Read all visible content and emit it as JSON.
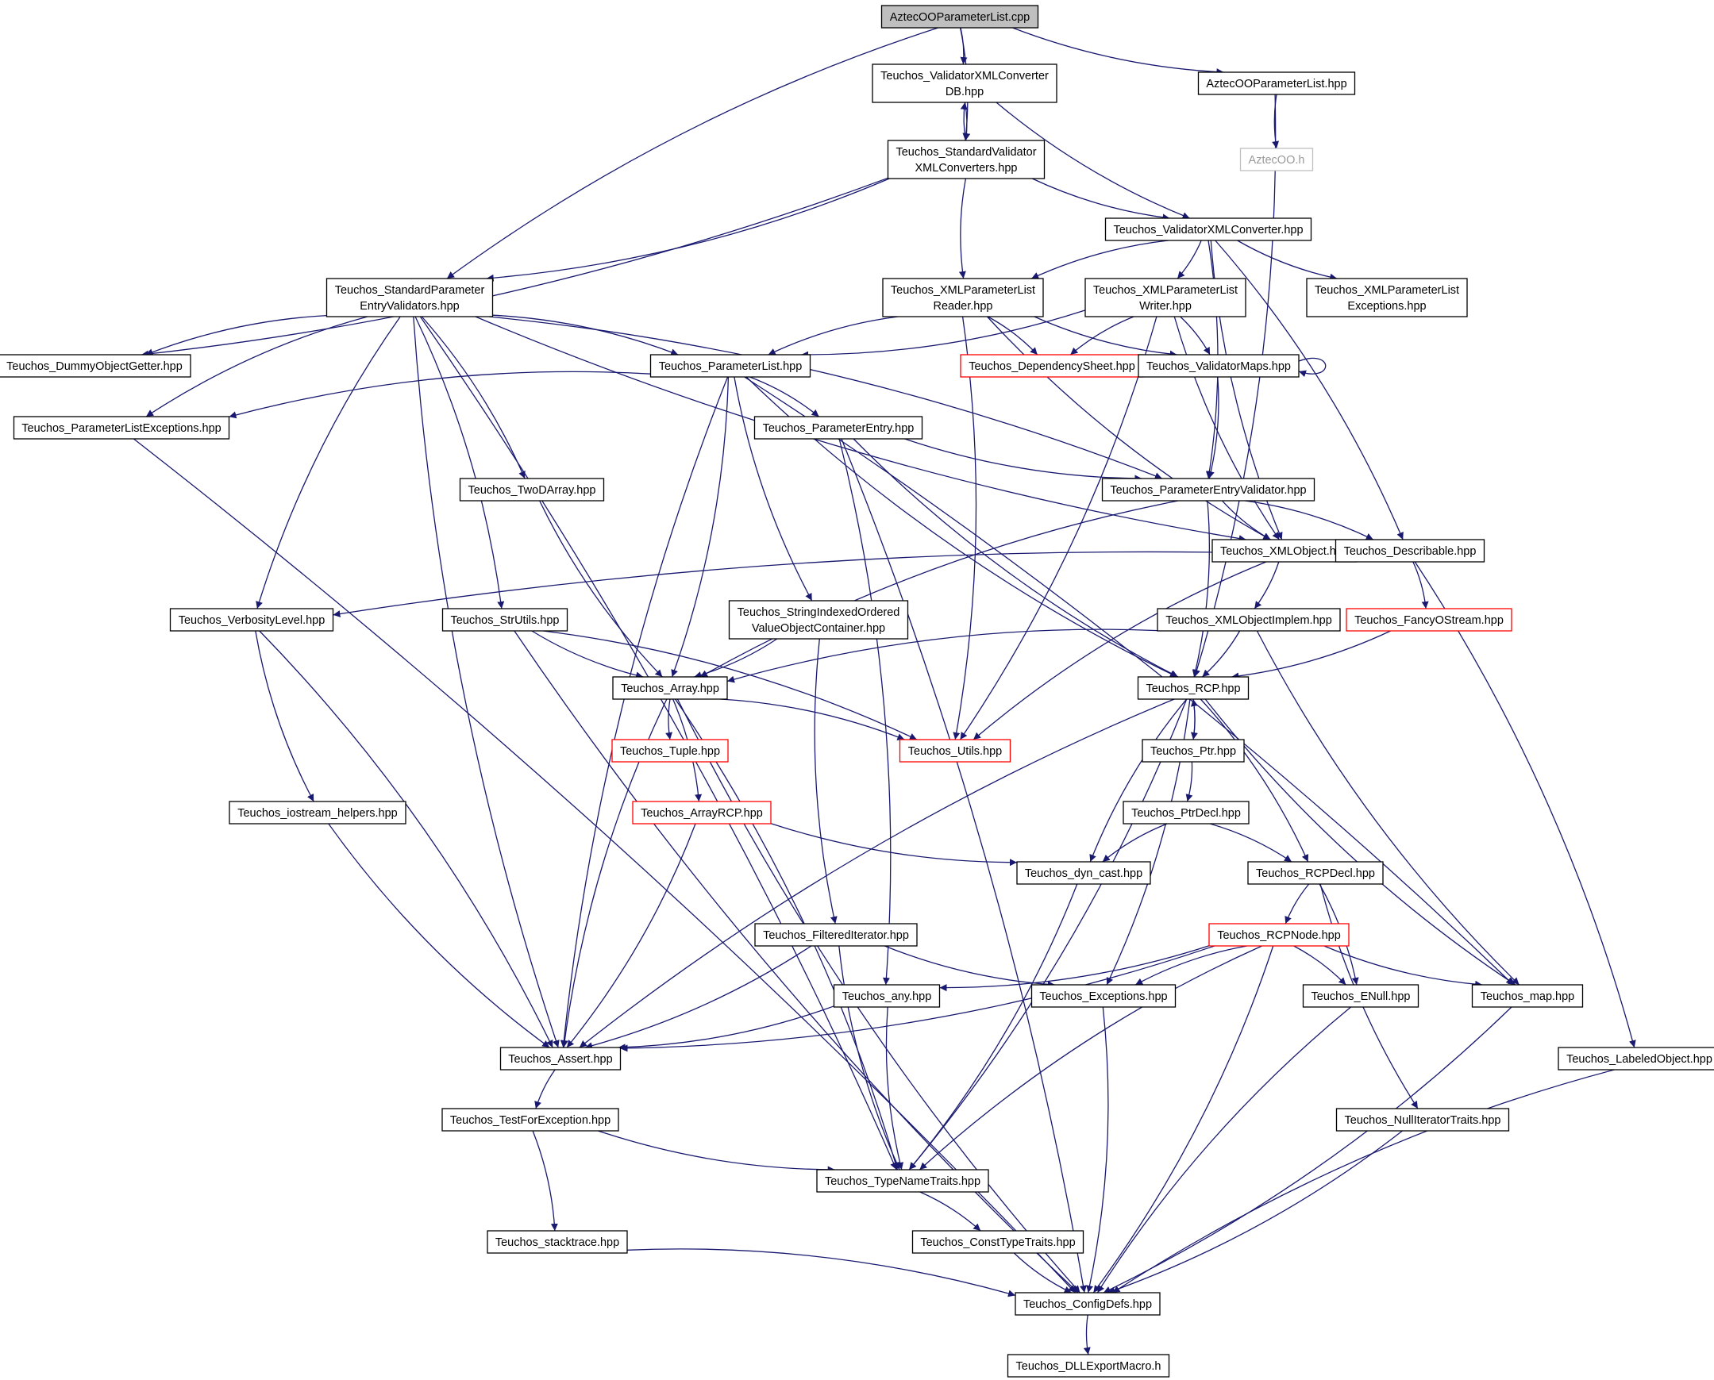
{
  "colors": {
    "edge": "#191970",
    "border_normal": "#000000",
    "border_red": "#ff0000",
    "border_gray": "#bfbfbf",
    "root_fill": "#bfbfbf"
  },
  "nodes": [
    {
      "id": "root",
      "lines": [
        "AztecOOParameterList.cpp"
      ],
      "style": "root"
    },
    {
      "id": "vxcdb",
      "lines": [
        "Teuchos_ValidatorXMLConverter",
        "DB.hpp"
      ]
    },
    {
      "id": "aopl",
      "lines": [
        "AztecOOParameterList.hpp"
      ]
    },
    {
      "id": "aztecooh",
      "lines": [
        "AztecOO.h"
      ],
      "style": "gray"
    },
    {
      "id": "svxc",
      "lines": [
        "Teuchos_StandardValidator",
        "XMLConverters.hpp"
      ]
    },
    {
      "id": "vxc",
      "lines": [
        "Teuchos_ValidatorXMLConverter.hpp"
      ]
    },
    {
      "id": "spev",
      "lines": [
        "Teuchos_StandardParameter",
        "EntryValidators.hpp"
      ]
    },
    {
      "id": "xplr",
      "lines": [
        "Teuchos_XMLParameterList",
        "Reader.hpp"
      ]
    },
    {
      "id": "xplw",
      "lines": [
        "Teuchos_XMLParameterList",
        "Writer.hpp"
      ]
    },
    {
      "id": "xple",
      "lines": [
        "Teuchos_XMLParameterList",
        "Exceptions.hpp"
      ]
    },
    {
      "id": "dog",
      "lines": [
        "Teuchos_DummyObjectGetter.hpp"
      ]
    },
    {
      "id": "pl",
      "lines": [
        "Teuchos_ParameterList.hpp"
      ]
    },
    {
      "id": "ds",
      "lines": [
        "Teuchos_DependencySheet.hpp"
      ],
      "style": "red"
    },
    {
      "id": "vm",
      "lines": [
        "Teuchos_ValidatorMaps.hpp"
      ]
    },
    {
      "id": "ple",
      "lines": [
        "Teuchos_ParameterListExceptions.hpp"
      ]
    },
    {
      "id": "pe",
      "lines": [
        "Teuchos_ParameterEntry.hpp"
      ]
    },
    {
      "id": "tda",
      "lines": [
        "Teuchos_TwoDArray.hpp"
      ]
    },
    {
      "id": "pev",
      "lines": [
        "Teuchos_ParameterEntryValidator.hpp"
      ]
    },
    {
      "id": "xo",
      "lines": [
        "Teuchos_XMLObject.hpp"
      ]
    },
    {
      "id": "desc",
      "lines": [
        "Teuchos_Describable.hpp"
      ]
    },
    {
      "id": "vl",
      "lines": [
        "Teuchos_VerbosityLevel.hpp"
      ]
    },
    {
      "id": "su",
      "lines": [
        "Teuchos_StrUtils.hpp"
      ]
    },
    {
      "id": "sio",
      "lines": [
        "Teuchos_StringIndexedOrdered",
        "ValueObjectContainer.hpp"
      ]
    },
    {
      "id": "xoi",
      "lines": [
        "Teuchos_XMLObjectImplem.hpp"
      ]
    },
    {
      "id": "fos",
      "lines": [
        "Teuchos_FancyOStream.hpp"
      ],
      "style": "red"
    },
    {
      "id": "arr",
      "lines": [
        "Teuchos_Array.hpp"
      ]
    },
    {
      "id": "rcp",
      "lines": [
        "Teuchos_RCP.hpp"
      ]
    },
    {
      "id": "tup",
      "lines": [
        "Teuchos_Tuple.hpp"
      ],
      "style": "red"
    },
    {
      "id": "util",
      "lines": [
        "Teuchos_Utils.hpp"
      ],
      "style": "red"
    },
    {
      "id": "ptr",
      "lines": [
        "Teuchos_Ptr.hpp"
      ]
    },
    {
      "id": "ioh",
      "lines": [
        "Teuchos_iostream_helpers.hpp"
      ]
    },
    {
      "id": "arcp",
      "lines": [
        "Teuchos_ArrayRCP.hpp"
      ],
      "style": "red"
    },
    {
      "id": "ptrd",
      "lines": [
        "Teuchos_PtrDecl.hpp"
      ]
    },
    {
      "id": "dyn",
      "lines": [
        "Teuchos_dyn_cast.hpp"
      ]
    },
    {
      "id": "rcpd",
      "lines": [
        "Teuchos_RCPDecl.hpp"
      ]
    },
    {
      "id": "fi",
      "lines": [
        "Teuchos_FilteredIterator.hpp"
      ]
    },
    {
      "id": "rcpn",
      "lines": [
        "Teuchos_RCPNode.hpp"
      ],
      "style": "red"
    },
    {
      "id": "any",
      "lines": [
        "Teuchos_any.hpp"
      ]
    },
    {
      "id": "exc",
      "lines": [
        "Teuchos_Exceptions.hpp"
      ]
    },
    {
      "id": "enull",
      "lines": [
        "Teuchos_ENull.hpp"
      ]
    },
    {
      "id": "map",
      "lines": [
        "Teuchos_map.hpp"
      ]
    },
    {
      "id": "asrt",
      "lines": [
        "Teuchos_Assert.hpp"
      ]
    },
    {
      "id": "lo",
      "lines": [
        "Teuchos_LabeledObject.hpp"
      ]
    },
    {
      "id": "tfe",
      "lines": [
        "Teuchos_TestForException.hpp"
      ]
    },
    {
      "id": "nit",
      "lines": [
        "Teuchos_NullIteratorTraits.hpp"
      ]
    },
    {
      "id": "tnt",
      "lines": [
        "Teuchos_TypeNameTraits.hpp"
      ]
    },
    {
      "id": "st",
      "lines": [
        "Teuchos_stacktrace.hpp"
      ]
    },
    {
      "id": "ctt",
      "lines": [
        "Teuchos_ConstTypeTraits.hpp"
      ]
    },
    {
      "id": "cd",
      "lines": [
        "Teuchos_ConfigDefs.hpp"
      ]
    },
    {
      "id": "dll",
      "lines": [
        "Teuchos_DLLExportMacro.h"
      ]
    }
  ],
  "edges": [
    [
      "root",
      "vxcdb"
    ],
    [
      "root",
      "aopl"
    ],
    [
      "root",
      "svxc"
    ],
    [
      "root",
      "spev"
    ],
    [
      "vxcdb",
      "svxc"
    ],
    [
      "vxcdb",
      "vxc"
    ],
    [
      "svxc",
      "vxcdb"
    ],
    [
      "svxc",
      "vxc"
    ],
    [
      "svxc",
      "spev"
    ],
    [
      "svxc",
      "xplr"
    ],
    [
      "svxc",
      "dog"
    ],
    [
      "aopl",
      "aztecooh"
    ],
    [
      "aopl",
      "rcp"
    ],
    [
      "vxc",
      "xplr"
    ],
    [
      "vxc",
      "xplw"
    ],
    [
      "vxc",
      "xple"
    ],
    [
      "vxc",
      "pev"
    ],
    [
      "vxc",
      "xo"
    ],
    [
      "vxc",
      "desc"
    ],
    [
      "spev",
      "dog"
    ],
    [
      "spev",
      "pl"
    ],
    [
      "spev",
      "ple"
    ],
    [
      "spev",
      "tda"
    ],
    [
      "spev",
      "vl"
    ],
    [
      "spev",
      "su"
    ],
    [
      "spev",
      "asrt"
    ],
    [
      "spev",
      "pev"
    ],
    [
      "spev",
      "xo"
    ],
    [
      "spev",
      "tnt"
    ],
    [
      "xplr",
      "pl"
    ],
    [
      "xplr",
      "ds"
    ],
    [
      "xplr",
      "vm"
    ],
    [
      "xplr",
      "util"
    ],
    [
      "xplr",
      "xo"
    ],
    [
      "xplw",
      "pl"
    ],
    [
      "xplw",
      "ds"
    ],
    [
      "xplw",
      "vm"
    ],
    [
      "xplw",
      "xo"
    ],
    [
      "xplw",
      "util"
    ],
    [
      "vm",
      "vm"
    ],
    [
      "vm",
      "pev"
    ],
    [
      "pl",
      "ple"
    ],
    [
      "pl",
      "pe"
    ],
    [
      "pl",
      "sio"
    ],
    [
      "pl",
      "arr"
    ],
    [
      "pl",
      "rcp"
    ],
    [
      "pl",
      "map"
    ],
    [
      "pl",
      "asrt"
    ],
    [
      "ple",
      "cd"
    ],
    [
      "pe",
      "pev"
    ],
    [
      "pe",
      "any"
    ],
    [
      "pe",
      "rcp"
    ],
    [
      "pe",
      "cd"
    ],
    [
      "pev",
      "xo"
    ],
    [
      "pev",
      "desc"
    ],
    [
      "pev",
      "arr"
    ],
    [
      "pev",
      "rcp"
    ],
    [
      "tda",
      "arr"
    ],
    [
      "xo",
      "xoi"
    ],
    [
      "xo",
      "util"
    ],
    [
      "desc",
      "fos"
    ],
    [
      "desc",
      "vl"
    ],
    [
      "desc",
      "lo"
    ],
    [
      "xoi",
      "arr"
    ],
    [
      "xoi",
      "rcp"
    ],
    [
      "xoi",
      "map"
    ],
    [
      "fos",
      "rcp"
    ],
    [
      "vl",
      "ioh"
    ],
    [
      "vl",
      "asrt"
    ],
    [
      "su",
      "arr"
    ],
    [
      "su",
      "util"
    ],
    [
      "su",
      "cd"
    ],
    [
      "sio",
      "arr"
    ],
    [
      "sio",
      "fi"
    ],
    [
      "arr",
      "util"
    ],
    [
      "arr",
      "tup"
    ],
    [
      "arr",
      "arcp"
    ],
    [
      "arr",
      "asrt"
    ],
    [
      "arr",
      "tnt"
    ],
    [
      "arr",
      "cd"
    ],
    [
      "rcp",
      "ptr"
    ],
    [
      "rcp",
      "dyn"
    ],
    [
      "rcp",
      "rcpd"
    ],
    [
      "rcp",
      "map"
    ],
    [
      "rcp",
      "exc"
    ],
    [
      "rcp",
      "asrt"
    ],
    [
      "rcp",
      "tnt"
    ],
    [
      "ptr",
      "rcp"
    ],
    [
      "ptr",
      "ptrd"
    ],
    [
      "ptrd",
      "dyn"
    ],
    [
      "ptrd",
      "rcpd"
    ],
    [
      "arcp",
      "dyn"
    ],
    [
      "arcp",
      "asrt"
    ],
    [
      "ioh",
      "asrt"
    ],
    [
      "dyn",
      "tnt"
    ],
    [
      "rcpd",
      "rcpn"
    ],
    [
      "rcpd",
      "enull"
    ],
    [
      "rcpd",
      "nit"
    ],
    [
      "rcpn",
      "any"
    ],
    [
      "rcpn",
      "exc"
    ],
    [
      "rcpn",
      "enull"
    ],
    [
      "rcpn",
      "map"
    ],
    [
      "rcpn",
      "asrt"
    ],
    [
      "rcpn",
      "tnt"
    ],
    [
      "rcpn",
      "cd"
    ],
    [
      "fi",
      "exc"
    ],
    [
      "fi",
      "asrt"
    ],
    [
      "fi",
      "tnt"
    ],
    [
      "any",
      "asrt"
    ],
    [
      "any",
      "tnt"
    ],
    [
      "exc",
      "cd"
    ],
    [
      "enull",
      "cd"
    ],
    [
      "map",
      "cd"
    ],
    [
      "asrt",
      "tfe"
    ],
    [
      "tfe",
      "st"
    ],
    [
      "tfe",
      "tnt"
    ],
    [
      "tnt",
      "ctt"
    ],
    [
      "ctt",
      "cd"
    ],
    [
      "st",
      "cd"
    ],
    [
      "lo",
      "cd"
    ],
    [
      "nit",
      "cd"
    ],
    [
      "cd",
      "dll"
    ]
  ]
}
